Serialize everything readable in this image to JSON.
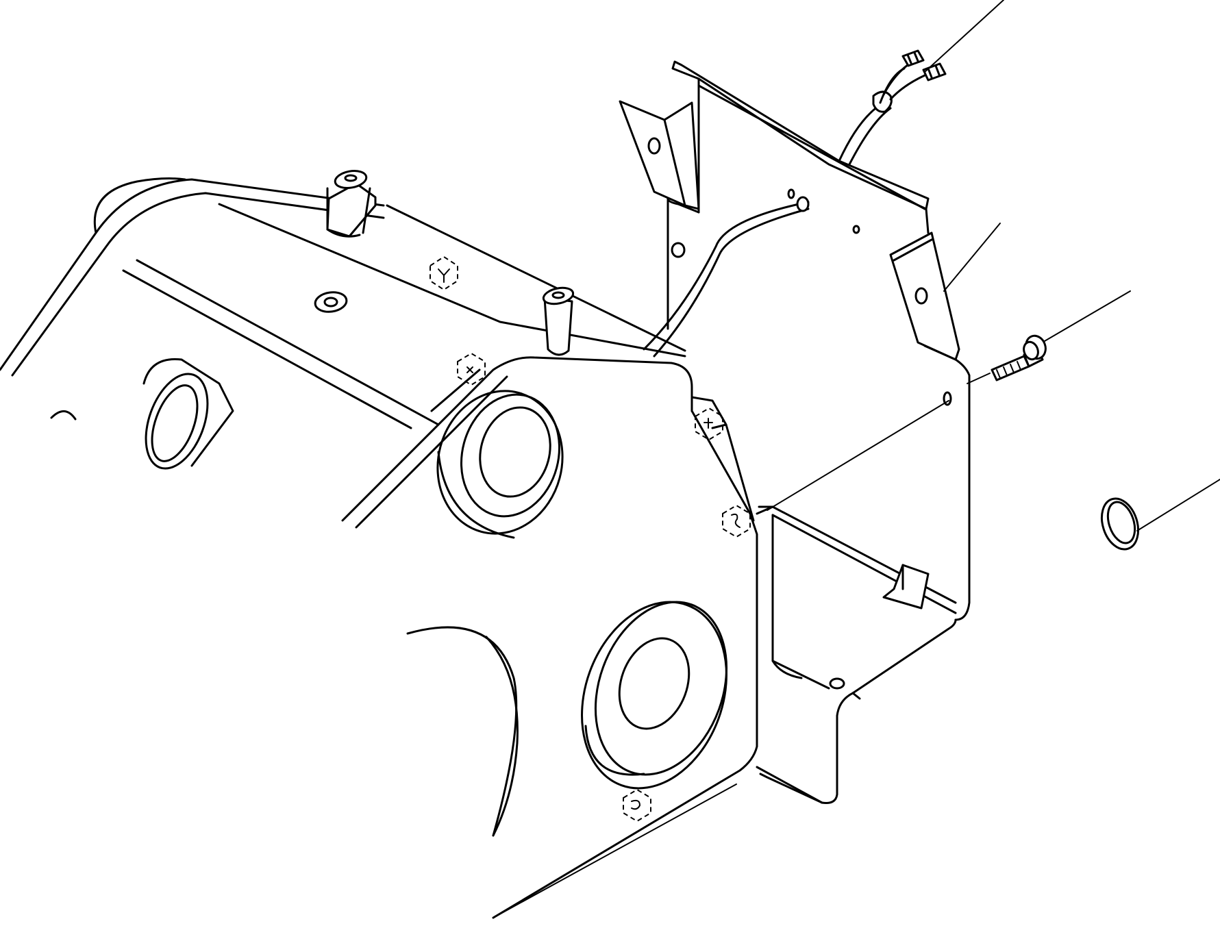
{
  "figure": {
    "kind": "exploded parts illustration",
    "callout_leaders": [
      "leader-harness",
      "leader-bracket",
      "leader-bolt",
      "leader-oring",
      "leader-cover"
    ],
    "reference_marks": [
      "mark-top",
      "mark-upper-left",
      "mark-right-upper",
      "mark-right-mid",
      "mark-bottom"
    ]
  }
}
